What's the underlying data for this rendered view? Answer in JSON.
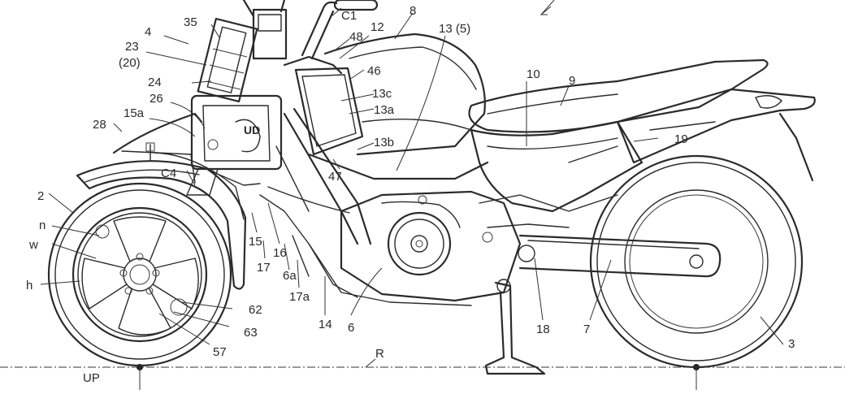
{
  "labels": {
    "n4": "4",
    "n35": "35",
    "n23": "23",
    "n20": "(20)",
    "n24": "24",
    "n26": "26",
    "n15a": "15a",
    "n28": "28",
    "nC4": "C4",
    "n2": "2",
    "nn": "n",
    "nw": "w",
    "nh": "h",
    "nC1": "C1",
    "n48": "48",
    "n12": "12",
    "n8": "8",
    "n13_5": "13 (5)",
    "n46": "46",
    "n13c": "13c",
    "n13a": "13a",
    "n13b": "13b",
    "n47": "47",
    "n10": "10",
    "n9": "9",
    "n19": "19",
    "n15": "15",
    "n16": "16",
    "n17": "17",
    "n6a": "6a",
    "n17a": "17a",
    "n14": "14",
    "n6": "6",
    "n62": "62",
    "n63": "63",
    "n57": "57",
    "n18": "18",
    "n7": "7",
    "n3": "3",
    "nR": "R",
    "nUP": "UP"
  },
  "colors": {
    "line": "#2b2b2b",
    "background": "#ffffff"
  }
}
